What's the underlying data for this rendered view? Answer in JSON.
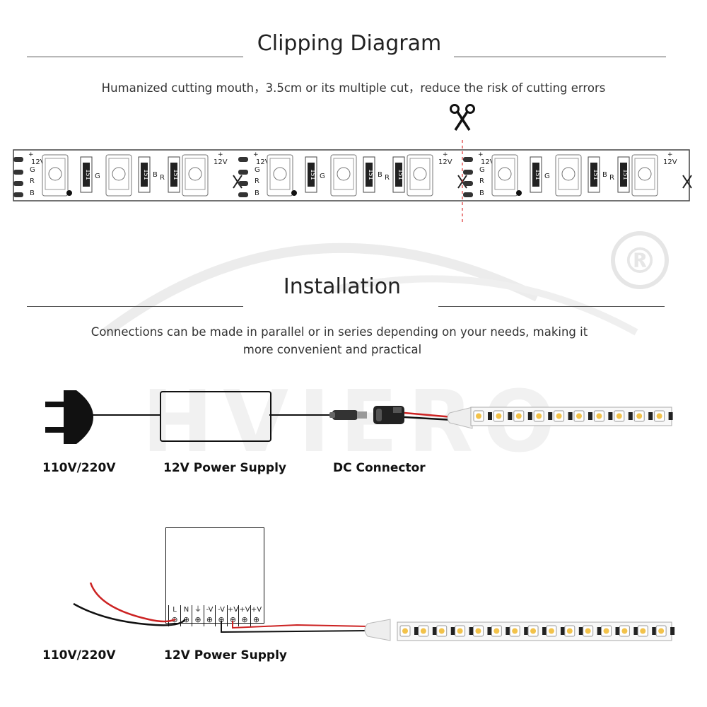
{
  "clipping": {
    "title": "Clipping Diagram",
    "description": "Humanized cutting mouth，3.5cm or its multiple cut，reduce the risk of cutting errors",
    "strip_labels": {
      "voltage": "12V",
      "plus": "+",
      "g": "G",
      "r": "R",
      "b": "B",
      "resistor": "151"
    }
  },
  "installation": {
    "title": "Installation",
    "description_line1": "Connections can be made in parallel or in series depending on your needs, making it",
    "description_line2": "more convenient and practical",
    "diagram1": {
      "plug_label": "110V/220V",
      "supply_label": "12V Power Supply",
      "connector_label": "DC Connector"
    },
    "diagram2": {
      "mains_label": "110V/220V",
      "supply_label": "12V Power Supply",
      "terminals": [
        "L",
        "N",
        "⏚",
        "-V",
        "-V",
        "+V",
        "+V",
        "+V"
      ]
    }
  },
  "watermark": {
    "brand": "HVIERO",
    "registered": "®"
  }
}
